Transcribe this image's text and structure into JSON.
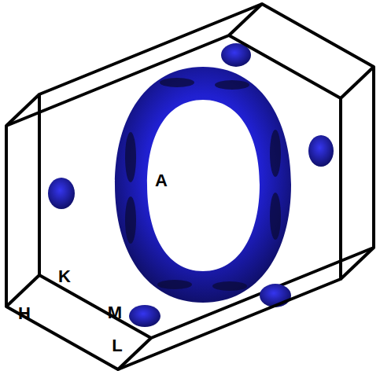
{
  "diagram": {
    "labels": [
      "A",
      "K",
      "H",
      "M",
      "L"
    ]
  }
}
